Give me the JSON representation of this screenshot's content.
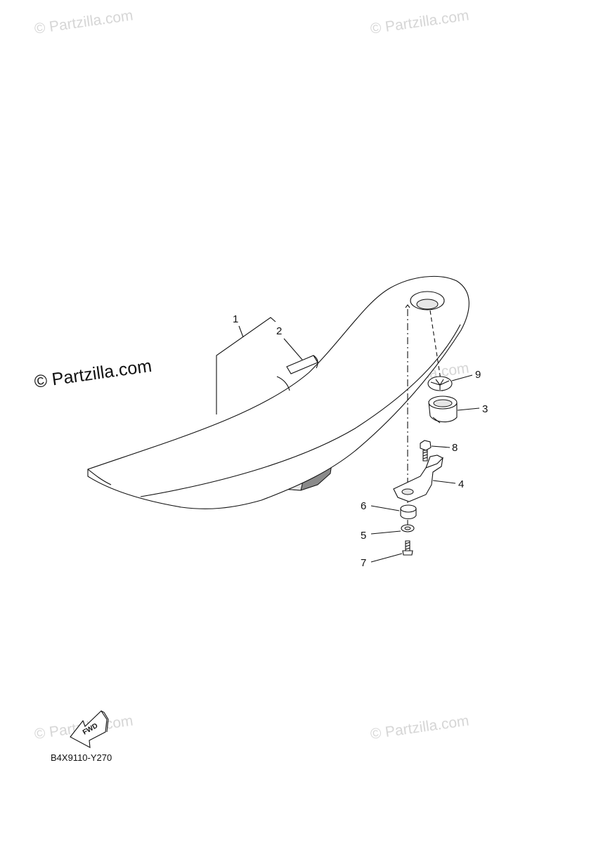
{
  "watermarks": {
    "text": "© Partzilla.com",
    "main": "© Partzilla.com"
  },
  "callouts": [
    "1",
    "2",
    "3",
    "4",
    "5",
    "6",
    "7",
    "8",
    "9"
  ],
  "direction_label": "FWD",
  "diagram_code": "B4X9110-Y270",
  "colors": {
    "line": "#111111",
    "watermark": "#d6d6d6",
    "background": "#ffffff"
  }
}
